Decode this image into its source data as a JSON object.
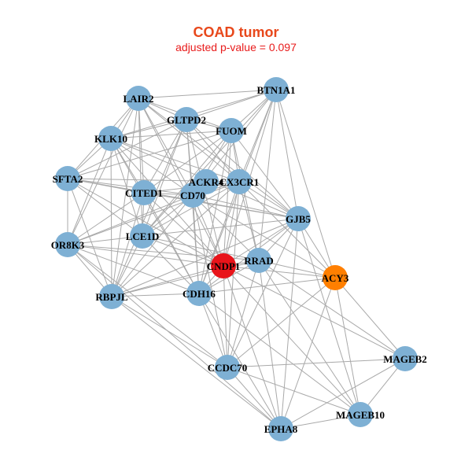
{
  "title": "COAD tumor",
  "subtitle": "adjusted p-value = 0.097",
  "colors": {
    "default": "#7eb0d4",
    "highlight": "#e8141a",
    "secondary": "#ff7f00",
    "edge": "#a9a9a9",
    "title": "#e8481b",
    "subtitle": "#e81b1b"
  },
  "nodes": [
    {
      "id": "BTN1A1",
      "label": "BTN1A1",
      "group": "default"
    },
    {
      "id": "LAIR2",
      "label": "LAIR2",
      "group": "default"
    },
    {
      "id": "GLTPD2",
      "label": "GLTPD2",
      "group": "default"
    },
    {
      "id": "FUOM",
      "label": "FUOM",
      "group": "default"
    },
    {
      "id": "KLK10",
      "label": "KLK10",
      "group": "default"
    },
    {
      "id": "SFTA2",
      "label": "SFTA2",
      "group": "default"
    },
    {
      "id": "ACKR4",
      "label": "ACKR4",
      "group": "default"
    },
    {
      "id": "CX3CR1",
      "label": "CX3CR1",
      "group": "default"
    },
    {
      "id": "CITED1",
      "label": "CITED1",
      "group": "default"
    },
    {
      "id": "CD70",
      "label": "CD70",
      "group": "default"
    },
    {
      "id": "GJB5",
      "label": "GJB5",
      "group": "default"
    },
    {
      "id": "LCE1D",
      "label": "LCE1D",
      "group": "default"
    },
    {
      "id": "OR8K3",
      "label": "OR8K3",
      "group": "default"
    },
    {
      "id": "CNDP1",
      "label": "CNDP1",
      "group": "highlight"
    },
    {
      "id": "RRAD",
      "label": "RRAD",
      "group": "default"
    },
    {
      "id": "ACY3",
      "label": "ACY3",
      "group": "secondary"
    },
    {
      "id": "RBPJL",
      "label": "RBPJL",
      "group": "default"
    },
    {
      "id": "CDH16",
      "label": "CDH16",
      "group": "default"
    },
    {
      "id": "MAGEB2",
      "label": "MAGEB2",
      "group": "default"
    },
    {
      "id": "CCDC70",
      "label": "CCDC70",
      "group": "default"
    },
    {
      "id": "MAGEB10",
      "label": "MAGEB10",
      "group": "default"
    },
    {
      "id": "EPHA8",
      "label": "EPHA8",
      "group": "default"
    }
  ],
  "edges": [
    [
      "BTN1A1",
      "LAIR2"
    ],
    [
      "BTN1A1",
      "GLTPD2"
    ],
    [
      "BTN1A1",
      "FUOM"
    ],
    [
      "BTN1A1",
      "KLK10"
    ],
    [
      "BTN1A1",
      "CX3CR1"
    ],
    [
      "BTN1A1",
      "CD70"
    ],
    [
      "BTN1A1",
      "GJB5"
    ],
    [
      "BTN1A1",
      "CNDP1"
    ],
    [
      "BTN1A1",
      "RRAD"
    ],
    [
      "BTN1A1",
      "ACY3"
    ],
    [
      "BTN1A1",
      "LCE1D"
    ],
    [
      "BTN1A1",
      "CDH16"
    ],
    [
      "LAIR2",
      "GLTPD2"
    ],
    [
      "LAIR2",
      "FUOM"
    ],
    [
      "LAIR2",
      "KLK10"
    ],
    [
      "LAIR2",
      "SFTA2"
    ],
    [
      "LAIR2",
      "CITED1"
    ],
    [
      "LAIR2",
      "CD70"
    ],
    [
      "LAIR2",
      "LCE1D"
    ],
    [
      "LAIR2",
      "OR8K3"
    ],
    [
      "LAIR2",
      "CX3CR1"
    ],
    [
      "LAIR2",
      "CNDP1"
    ],
    [
      "LAIR2",
      "RBPJL"
    ],
    [
      "LAIR2",
      "GJB5"
    ],
    [
      "GLTPD2",
      "FUOM"
    ],
    [
      "GLTPD2",
      "KLK10"
    ],
    [
      "GLTPD2",
      "SFTA2"
    ],
    [
      "GLTPD2",
      "CITED1"
    ],
    [
      "GLTPD2",
      "CD70"
    ],
    [
      "GLTPD2",
      "CX3CR1"
    ],
    [
      "GLTPD2",
      "GJB5"
    ],
    [
      "GLTPD2",
      "CNDP1"
    ],
    [
      "GLTPD2",
      "LCE1D"
    ],
    [
      "GLTPD2",
      "RBPJL"
    ],
    [
      "GLTPD2",
      "CDH16"
    ],
    [
      "FUOM",
      "KLK10"
    ],
    [
      "FUOM",
      "CX3CR1"
    ],
    [
      "FUOM",
      "CD70"
    ],
    [
      "FUOM",
      "CITED1"
    ],
    [
      "FUOM",
      "GJB5"
    ],
    [
      "FUOM",
      "CNDP1"
    ],
    [
      "FUOM",
      "RRAD"
    ],
    [
      "FUOM",
      "SFTA2"
    ],
    [
      "FUOM",
      "LCE1D"
    ],
    [
      "FUOM",
      "CDH16"
    ],
    [
      "KLK10",
      "SFTA2"
    ],
    [
      "KLK10",
      "CITED1"
    ],
    [
      "KLK10",
      "CD70"
    ],
    [
      "KLK10",
      "LCE1D"
    ],
    [
      "KLK10",
      "OR8K3"
    ],
    [
      "KLK10",
      "CX3CR1"
    ],
    [
      "KLK10",
      "CNDP1"
    ],
    [
      "KLK10",
      "RBPJL"
    ],
    [
      "KLK10",
      "GJB5"
    ],
    [
      "KLK10",
      "CDH16"
    ],
    [
      "SFTA2",
      "CITED1"
    ],
    [
      "SFTA2",
      "OR8K3"
    ],
    [
      "SFTA2",
      "LCE1D"
    ],
    [
      "SFTA2",
      "RBPJL"
    ],
    [
      "SFTA2",
      "CD70"
    ],
    [
      "SFTA2",
      "CX3CR1"
    ],
    [
      "SFTA2",
      "CNDP1"
    ],
    [
      "SFTA2",
      "GJB5"
    ],
    [
      "CX3CR1",
      "CD70"
    ],
    [
      "CX3CR1",
      "CITED1"
    ],
    [
      "CX3CR1",
      "GJB5"
    ],
    [
      "CX3CR1",
      "CNDP1"
    ],
    [
      "CX3CR1",
      "RRAD"
    ],
    [
      "CX3CR1",
      "LCE1D"
    ],
    [
      "CX3CR1",
      "CDH16"
    ],
    [
      "CX3CR1",
      "CCDC70"
    ],
    [
      "CX3CR1",
      "OR8K3"
    ],
    [
      "CX3CR1",
      "ACY3"
    ],
    [
      "CX3CR1",
      "RBPJL"
    ],
    [
      "CITED1",
      "CD70"
    ],
    [
      "CITED1",
      "LCE1D"
    ],
    [
      "CITED1",
      "OR8K3"
    ],
    [
      "CITED1",
      "RBPJL"
    ],
    [
      "CITED1",
      "CNDP1"
    ],
    [
      "CITED1",
      "CDH16"
    ],
    [
      "CITED1",
      "GJB5"
    ],
    [
      "CD70",
      "GJB5"
    ],
    [
      "CD70",
      "LCE1D"
    ],
    [
      "CD70",
      "CNDP1"
    ],
    [
      "CD70",
      "RRAD"
    ],
    [
      "CD70",
      "CDH16"
    ],
    [
      "CD70",
      "RBPJL"
    ],
    [
      "CD70",
      "OR8K3"
    ],
    [
      "CD70",
      "CCDC70"
    ],
    [
      "CD70",
      "ACY3"
    ],
    [
      "GJB5",
      "CNDP1"
    ],
    [
      "GJB5",
      "RRAD"
    ],
    [
      "GJB5",
      "ACY3"
    ],
    [
      "GJB5",
      "CDH16"
    ],
    [
      "GJB5",
      "LCE1D"
    ],
    [
      "GJB5",
      "RBPJL"
    ],
    [
      "GJB5",
      "MAGEB10"
    ],
    [
      "GJB5",
      "CCDC70"
    ],
    [
      "GJB5",
      "EPHA8"
    ],
    [
      "LCE1D",
      "OR8K3"
    ],
    [
      "LCE1D",
      "CNDP1"
    ],
    [
      "LCE1D",
      "RBPJL"
    ],
    [
      "LCE1D",
      "CDH16"
    ],
    [
      "LCE1D",
      "RRAD"
    ],
    [
      "OR8K3",
      "RBPJL"
    ],
    [
      "OR8K3",
      "CNDP1"
    ],
    [
      "OR8K3",
      "CDH16"
    ],
    [
      "OR8K3",
      "RRAD"
    ],
    [
      "OR8K3",
      "CCDC70"
    ],
    [
      "OR8K3",
      "EPHA8"
    ],
    [
      "CNDP1",
      "RRAD"
    ],
    [
      "CNDP1",
      "ACY3"
    ],
    [
      "CNDP1",
      "CDH16"
    ],
    [
      "CNDP1",
      "RBPJL"
    ],
    [
      "CNDP1",
      "CCDC70"
    ],
    [
      "CNDP1",
      "MAGEB2"
    ],
    [
      "CNDP1",
      "MAGEB10"
    ],
    [
      "CNDP1",
      "EPHA8"
    ],
    [
      "RRAD",
      "ACY3"
    ],
    [
      "RRAD",
      "CDH16"
    ],
    [
      "RRAD",
      "RBPJL"
    ],
    [
      "RRAD",
      "CCDC70"
    ],
    [
      "RRAD",
      "MAGEB2"
    ],
    [
      "RRAD",
      "MAGEB10"
    ],
    [
      "RRAD",
      "EPHA8"
    ],
    [
      "ACY3",
      "MAGEB2"
    ],
    [
      "ACY3",
      "MAGEB10"
    ],
    [
      "ACY3",
      "CCDC70"
    ],
    [
      "ACY3",
      "CDH16"
    ],
    [
      "ACY3",
      "EPHA8"
    ],
    [
      "RBPJL",
      "CDH16"
    ],
    [
      "RBPJL",
      "CCDC70"
    ],
    [
      "RBPJL",
      "EPHA8"
    ],
    [
      "CDH16",
      "CCDC70"
    ],
    [
      "CDH16",
      "EPHA8"
    ],
    [
      "CDH16",
      "MAGEB10"
    ],
    [
      "MAGEB2",
      "CCDC70"
    ],
    [
      "MAGEB2",
      "MAGEB10"
    ],
    [
      "MAGEB2",
      "EPHA8"
    ],
    [
      "CCDC70",
      "EPHA8"
    ],
    [
      "CCDC70",
      "MAGEB10"
    ],
    [
      "MAGEB10",
      "EPHA8"
    ]
  ]
}
